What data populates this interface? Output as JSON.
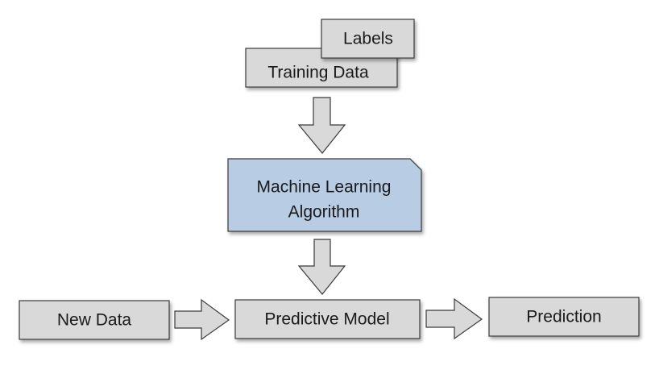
{
  "nodes": {
    "labels": "Labels",
    "training_data": "Training Data",
    "algorithm_line1": "Machine Learning",
    "algorithm_line2": "Algorithm",
    "new_data": "New Data",
    "predictive_model": "Predictive Model",
    "prediction": "Prediction"
  },
  "colors": {
    "box_fill": "#d9d9d9",
    "box_stroke": "#3a3a3a",
    "algorithm_fill": "#b8cce4",
    "arrow_fill": "#d9d9d9"
  }
}
